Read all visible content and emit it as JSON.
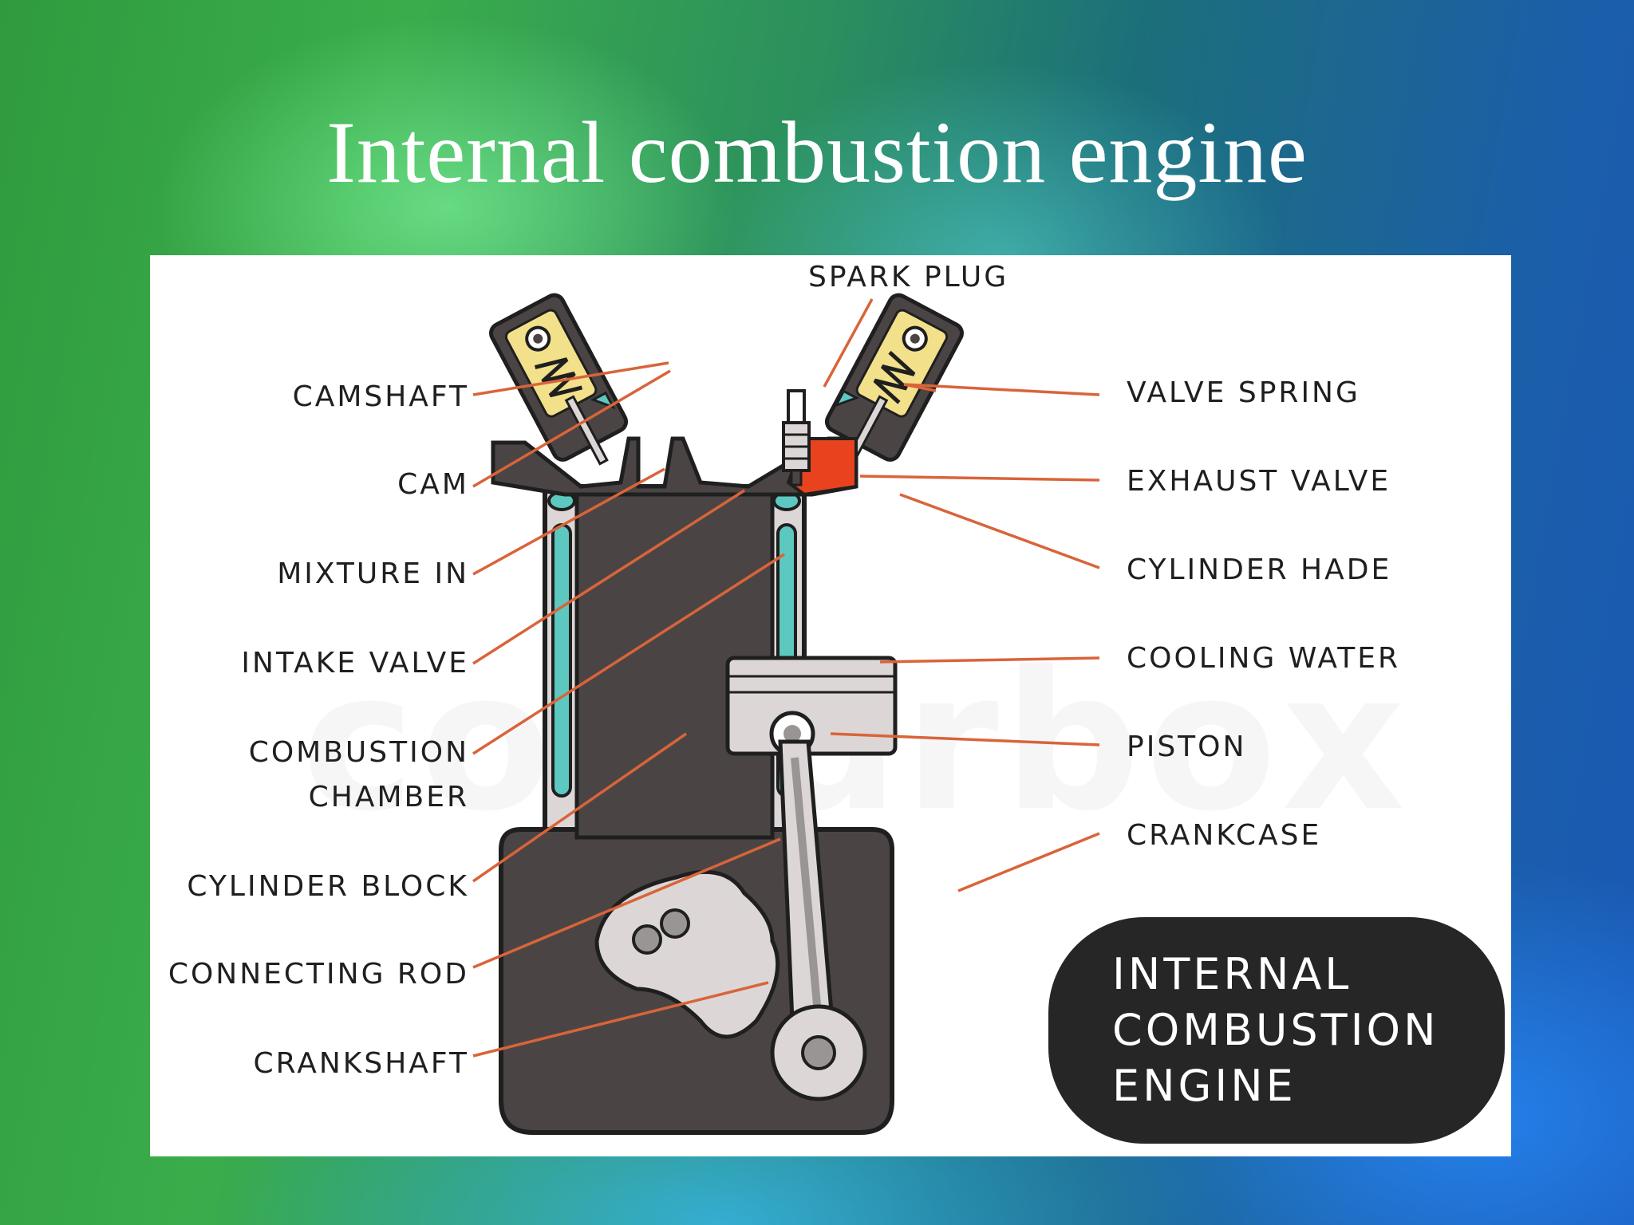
{
  "slide": {
    "title": "Internal combustion engine"
  },
  "diagram": {
    "watermark": "colourbox",
    "labels_left": [
      {
        "key": "camshaft",
        "text": "CAMSHAFT"
      },
      {
        "key": "cam",
        "text": "CAM"
      },
      {
        "key": "mixture_in",
        "text": "MIXTURE IN"
      },
      {
        "key": "intake_valve",
        "text": "INTAKE VALVE"
      },
      {
        "key": "combustion_chamber_1",
        "text": "COMBUSTION"
      },
      {
        "key": "combustion_chamber_2",
        "text": "CHAMBER"
      },
      {
        "key": "cylinder_block",
        "text": "CYLINDER BLOCK"
      },
      {
        "key": "connecting_rod",
        "text": "CONNECTING ROD"
      },
      {
        "key": "crankshaft",
        "text": "CRANKSHAFT"
      }
    ],
    "labels_right": [
      {
        "key": "valve_spring",
        "text": "VALVE SPRING"
      },
      {
        "key": "exhaust_valve",
        "text": "EXHAUST VALVE"
      },
      {
        "key": "cylinder_hade",
        "text": "CYLINDER HADE"
      },
      {
        "key": "cooling_water",
        "text": "COOLING WATER"
      },
      {
        "key": "piston",
        "text": "PISTON"
      },
      {
        "key": "crankcase",
        "text": "CRANKCASE"
      }
    ],
    "label_top": "SPARK PLUG",
    "badge": {
      "line1": "INTERNAL",
      "line2": "COMBUSTION",
      "line3": "ENGINE"
    },
    "colors": {
      "leader_line": "#d9643a",
      "engine_dark": "#4a4544",
      "coolant": "#5cc8c0",
      "valve_yellow": "#f2e08a",
      "exhaust_red": "#e8431e",
      "metal_light": "#d8d3d2"
    }
  }
}
